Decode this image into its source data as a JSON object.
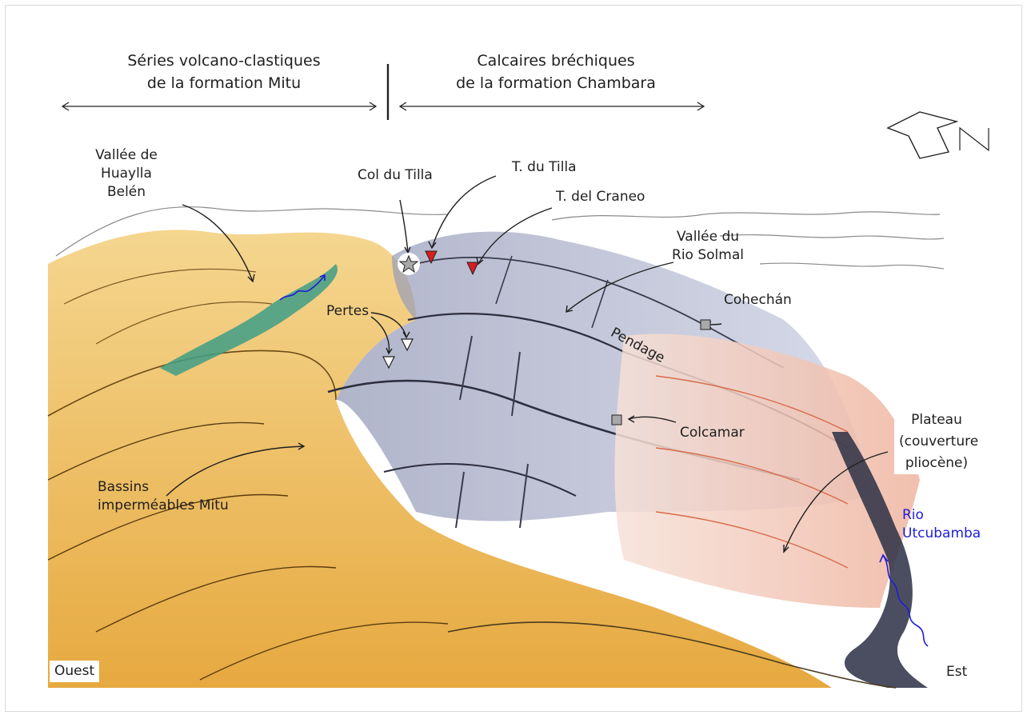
{
  "header": {
    "left": [
      "Séries volcano-clastiques",
      "de la formation Mitu"
    ],
    "right": [
      "Calcaires bréchiques",
      "de la formation Chambara"
    ]
  },
  "labels": {
    "huaylla": [
      "Vallée de",
      "Huaylla",
      "Belén"
    ],
    "col_tilla": "Col du Tilla",
    "t_tilla": "T. du Tilla",
    "t_craneo": "T. del Craneo",
    "solmal": [
      "Vallée du",
      "Rio Solmal"
    ],
    "pertes": "Pertes",
    "cohechan": "Cohechán",
    "pendage": "Pendage",
    "colcamar": "Colcamar",
    "plateau": [
      "Plateau",
      "(couverture",
      "pliocène)"
    ],
    "bassins": [
      "Bassins",
      "imperméables Mitu"
    ],
    "utcubamba": [
      "Rio",
      "Utcubamba"
    ],
    "ouest": "Ouest",
    "est": "Est"
  },
  "legend": {
    "north": "N"
  },
  "colors": {
    "mitu_orange": "#e8a21c",
    "limestone_grey": "#a9afc8",
    "plateau_red": "#e9896a",
    "river_blue": "#1d1dd6",
    "doline_red": "#d81e1e",
    "lake_green": "#3f9e86"
  }
}
